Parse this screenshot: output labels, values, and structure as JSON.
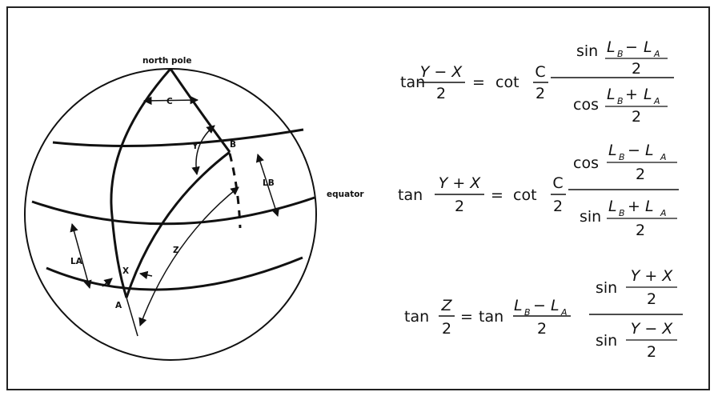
{
  "diagram": {
    "labels": {
      "north_pole": "north pole",
      "equator": "equator",
      "angle_c": "C",
      "angle_y": "Y",
      "angle_x": "X",
      "arc_z": "Z",
      "point_a": "A",
      "point_b": "B",
      "lat_a": "LA",
      "lat_b": "LB"
    }
  },
  "formulas": [
    {
      "id": "formula-1",
      "lhs": {
        "fn": "tan",
        "num": "Y − X",
        "den": "2"
      },
      "rhs": {
        "fn": "cot",
        "num": "C",
        "den": "2",
        "upper": {
          "fn": "sin",
          "num_a": "L",
          "sub_a": "B",
          "op": "−",
          "num_b": "L",
          "sub_b": "A",
          "den": "2"
        },
        "lower": {
          "fn": "cos",
          "num_a": "L",
          "sub_a": "B",
          "op": "+",
          "num_b": "L",
          "sub_b": "A",
          "den": "2"
        }
      }
    },
    {
      "id": "formula-2",
      "lhs": {
        "fn": "tan",
        "num": "Y + X",
        "den": "2"
      },
      "rhs": {
        "fn": "cot",
        "num": "C",
        "den": "2",
        "upper": {
          "fn": "cos",
          "num_a": "L",
          "sub_a": "B",
          "op": "−",
          "num_b": "L",
          "sub_b": "A",
          "den": "2"
        },
        "lower": {
          "fn": "sin",
          "num_a": "L",
          "sub_a": "B",
          "op": "+",
          "num_b": "L",
          "sub_b": "A",
          "den": "2"
        }
      }
    },
    {
      "id": "formula-3",
      "lhs": {
        "fn": "tan",
        "num": "Z",
        "den": "2"
      },
      "rhs": {
        "fn": "tan",
        "num_a": "L",
        "sub_a": "B",
        "op": "−",
        "num_b": "L",
        "sub_b": "A",
        "den": "2",
        "upper": {
          "fn": "sin",
          "num": "Y + X",
          "den": "2"
        },
        "lower": {
          "fn": "sin",
          "num": "Y − X",
          "den": "2"
        }
      }
    }
  ],
  "symbols": {
    "equals": "="
  }
}
